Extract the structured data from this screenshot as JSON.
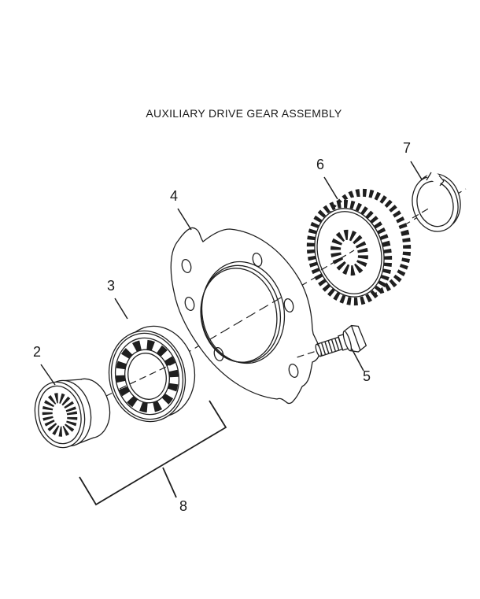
{
  "page": {
    "background_color": "#ffffff",
    "line_color": "#1f1f1f",
    "text_color": "#1a1a1a"
  },
  "diagram": {
    "title": "AUXILIARY DRIVE GEAR ASSEMBLY",
    "callouts": [
      {
        "label": "2"
      },
      {
        "label": "3"
      },
      {
        "label": "4"
      },
      {
        "label": "5"
      },
      {
        "label": "6"
      },
      {
        "label": "7"
      },
      {
        "label": "8"
      }
    ]
  }
}
